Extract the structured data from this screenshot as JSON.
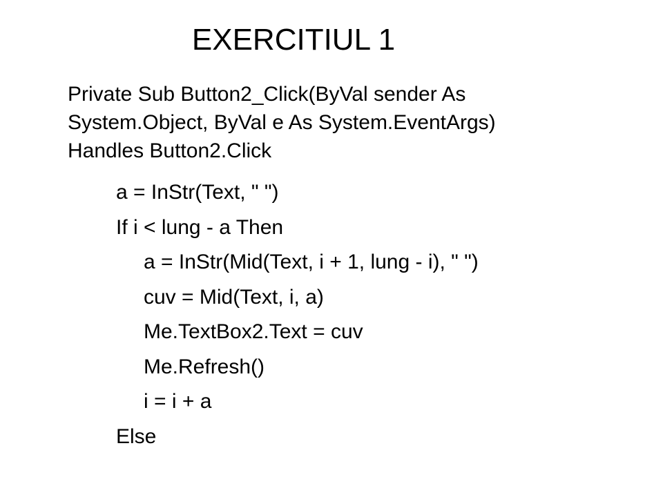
{
  "slide": {
    "title": "EXERCITIUL 1",
    "signature": [
      "Private Sub Button2_Click(ByVal sender As",
      "System.Object, ByVal e As System.EventArgs)",
      "Handles Button2.Click"
    ],
    "code_lines": [
      "a = InStr(Text, \" \")",
      "If i < lung - a Then",
      "a = InStr(Mid(Text, i + 1, lung - i), \" \")",
      "cuv = Mid(Text, i, a)",
      "Me.TextBox2.Text = cuv",
      "Me.Refresh()",
      "i = i + a",
      "Else"
    ]
  }
}
